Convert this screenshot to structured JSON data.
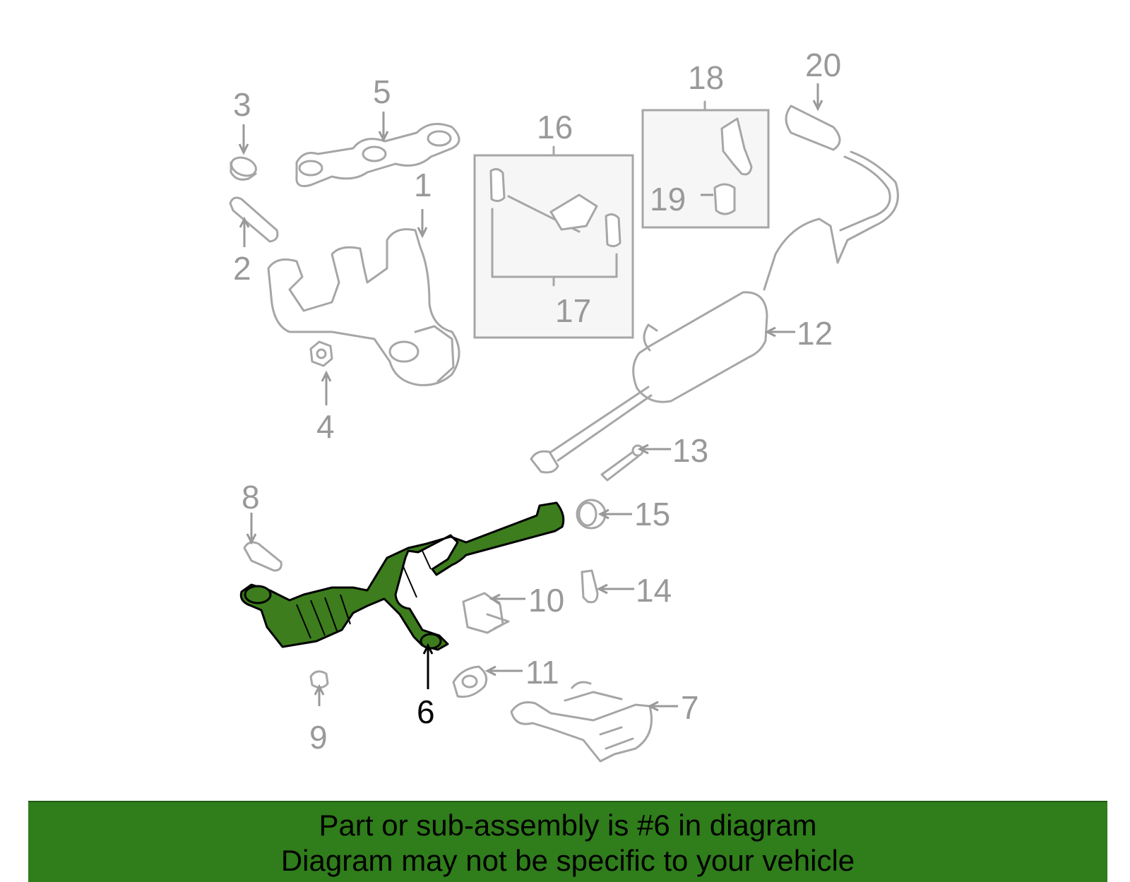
{
  "callouts": {
    "c1": "1",
    "c2": "2",
    "c3": "3",
    "c4": "4",
    "c5": "5",
    "c6": "6",
    "c7": "7",
    "c8": "8",
    "c9": "9",
    "c10": "10",
    "c11": "11",
    "c12": "12",
    "c13": "13",
    "c14": "14",
    "c15": "15",
    "c16": "16",
    "c17": "17",
    "c18": "18",
    "c19": "19",
    "c20": "20"
  },
  "highlighted_part": "6",
  "colors": {
    "highlight_fill": "#3d7d1d",
    "banner_background": "#2f7d1b",
    "part_outline": "#a6a6a6",
    "callout_text": "#999999"
  },
  "banner": {
    "line1": "Part or sub-assembly is #6 in diagram",
    "line2": "Diagram may not be specific to your vehicle"
  }
}
